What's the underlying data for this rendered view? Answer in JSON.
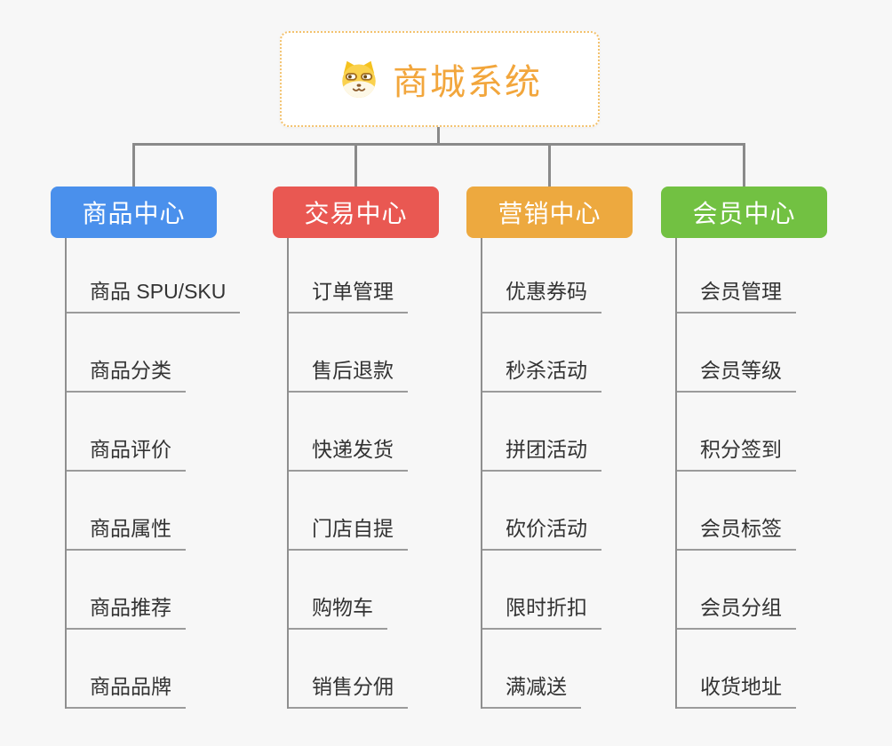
{
  "root": {
    "title": "商城系统",
    "icon": "dog-face-icon",
    "title_color": "#F2A63C",
    "border_color": "#F3C26E"
  },
  "connector_color": "#8a8a8a",
  "background_color": "#F7F7F7",
  "branches": [
    {
      "label": "商品中心",
      "color": "#4A90EC",
      "items": [
        "商品 SPU/SKU",
        "商品分类",
        "商品评价",
        "商品属性",
        "商品推荐",
        "商品品牌"
      ]
    },
    {
      "label": "交易中心",
      "color": "#E95852",
      "items": [
        "订单管理",
        "售后退款",
        "快递发货",
        "门店自提",
        "购物车",
        "销售分佣"
      ]
    },
    {
      "label": "营销中心",
      "color": "#EDA93F",
      "items": [
        "优惠券码",
        "秒杀活动",
        "拼团活动",
        "砍价活动",
        "限时折扣",
        "满减送"
      ]
    },
    {
      "label": "会员中心",
      "color": "#72C142",
      "items": [
        "会员管理",
        "会员等级",
        "积分签到",
        "会员标签",
        "会员分组",
        "收货地址"
      ]
    }
  ]
}
